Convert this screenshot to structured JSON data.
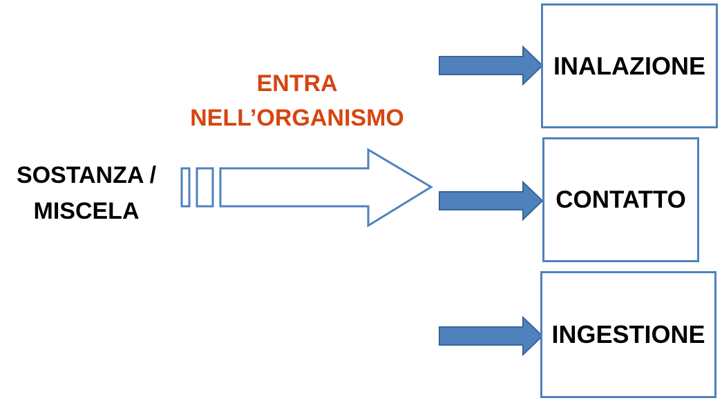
{
  "source": {
    "line1": "SOSTANZA /",
    "line2": "MISCELA"
  },
  "process": {
    "line1": "ENTRA",
    "line2": "NELL’ORGANISMO",
    "color": "#d64510"
  },
  "colors": {
    "arrow_fill": "#4f81bd",
    "arrow_outline": "#4f81bd",
    "box_border": "#4f81bd"
  },
  "routes": [
    {
      "label": "INALAZIONE"
    },
    {
      "label": "CONTATTO"
    },
    {
      "label": "INGESTIONE"
    }
  ]
}
